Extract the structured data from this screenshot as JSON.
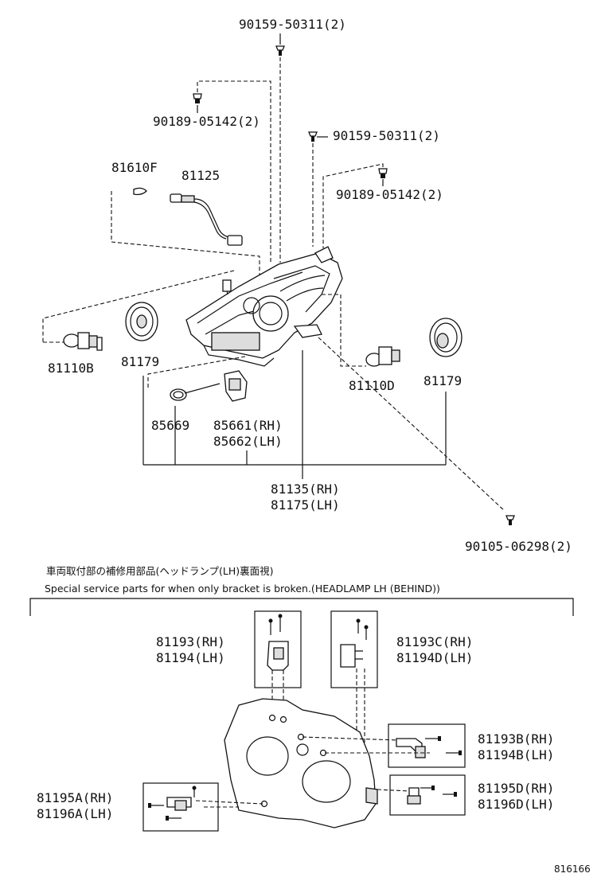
{
  "parts": {
    "screw_top": "90159-50311(2)",
    "clip_top": "90189-05142(2)",
    "screw_mid": "90159-50311(2)",
    "clip_mid": "90189-05142(2)",
    "bulb_small": "81610F",
    "wire": "81125",
    "bulb_left": "81110B",
    "cover_left": "81179",
    "bulb_right": "81110D",
    "cover_right": "81179",
    "oring": "85669",
    "actuator_rh": "85661(RH)",
    "actuator_lh": "85662(LH)",
    "headlamp_rh": "81135(RH)",
    "headlamp_lh": "81175(LH)",
    "screw_bottom": "90105-06298(2)"
  },
  "notes": {
    "jp": "車両取付部の補修用部品(ヘッドランプ(LH)裏面視)",
    "en": "Special service parts for when only bracket is broken.(HEADLAMP LH (BEHIND))"
  },
  "brackets": {
    "b1_rh": "81193(RH)",
    "b1_lh": "81194(LH)",
    "c_rh": "81193C(RH)",
    "c_lh": "81194D(LH)",
    "b_rh": "81193B(RH)",
    "b_lh": "81194B(LH)",
    "a_rh": "81195A(RH)",
    "a_lh": "81196A(LH)",
    "d_rh": "81195D(RH)",
    "d_lh": "81196D(LH)"
  },
  "illustration_id": "816166"
}
